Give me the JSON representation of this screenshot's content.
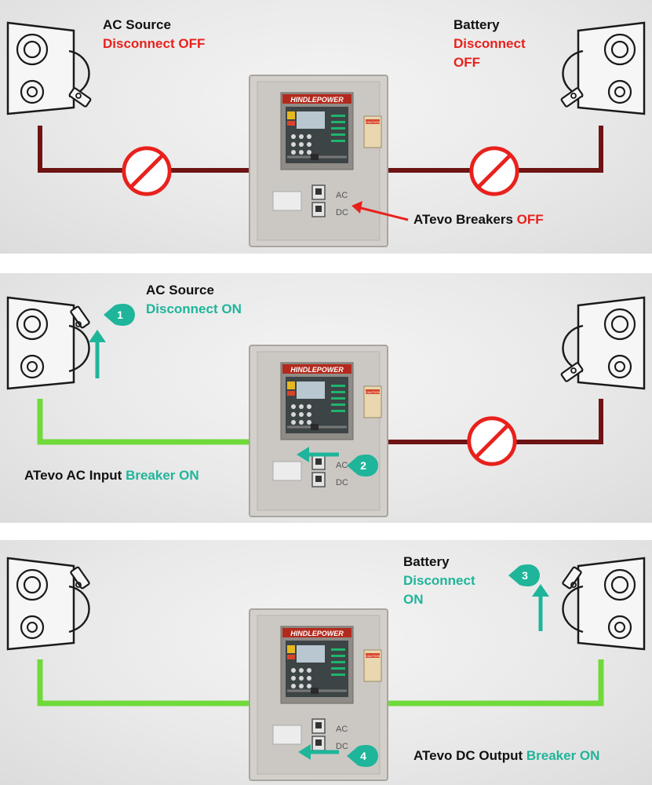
{
  "colors": {
    "dead_wire": "#6e1414",
    "live_wire": "#6fda3a",
    "off_red": "#e8211d",
    "on_teal": "#1fb59a",
    "prohibit": "#e8211d"
  },
  "cabinet": {
    "brand": "HINDLEPOWER",
    "ac_breaker": "AC",
    "dc_breaker": "DC",
    "caution_tag": "CAUTION"
  },
  "step1": {
    "ac_title": "AC Source",
    "ac_status": "Disconnect OFF",
    "bat_title": "Battery",
    "bat_status_1": "Disconnect",
    "bat_status_2": "OFF",
    "breakers_text": "ATevo Breakers ",
    "breakers_state": "OFF",
    "ac_line": "dead",
    "battery_line": "dead"
  },
  "step2": {
    "ac_title": "AC Source",
    "ac_status": "Disconnect ON",
    "marker_1": "1",
    "marker_2": "2",
    "input_text": "ATevo AC Input ",
    "input_state": "Breaker ON",
    "ac_line": "live",
    "battery_line": "dead"
  },
  "step3": {
    "bat_title": "Battery",
    "bat_status_1": "Disconnect",
    "bat_status_2": "ON",
    "marker_3": "3",
    "marker_4": "4",
    "output_text": "ATevo DC Output ",
    "output_state": "Breaker ON",
    "ac_line": "live",
    "battery_line": "live"
  }
}
